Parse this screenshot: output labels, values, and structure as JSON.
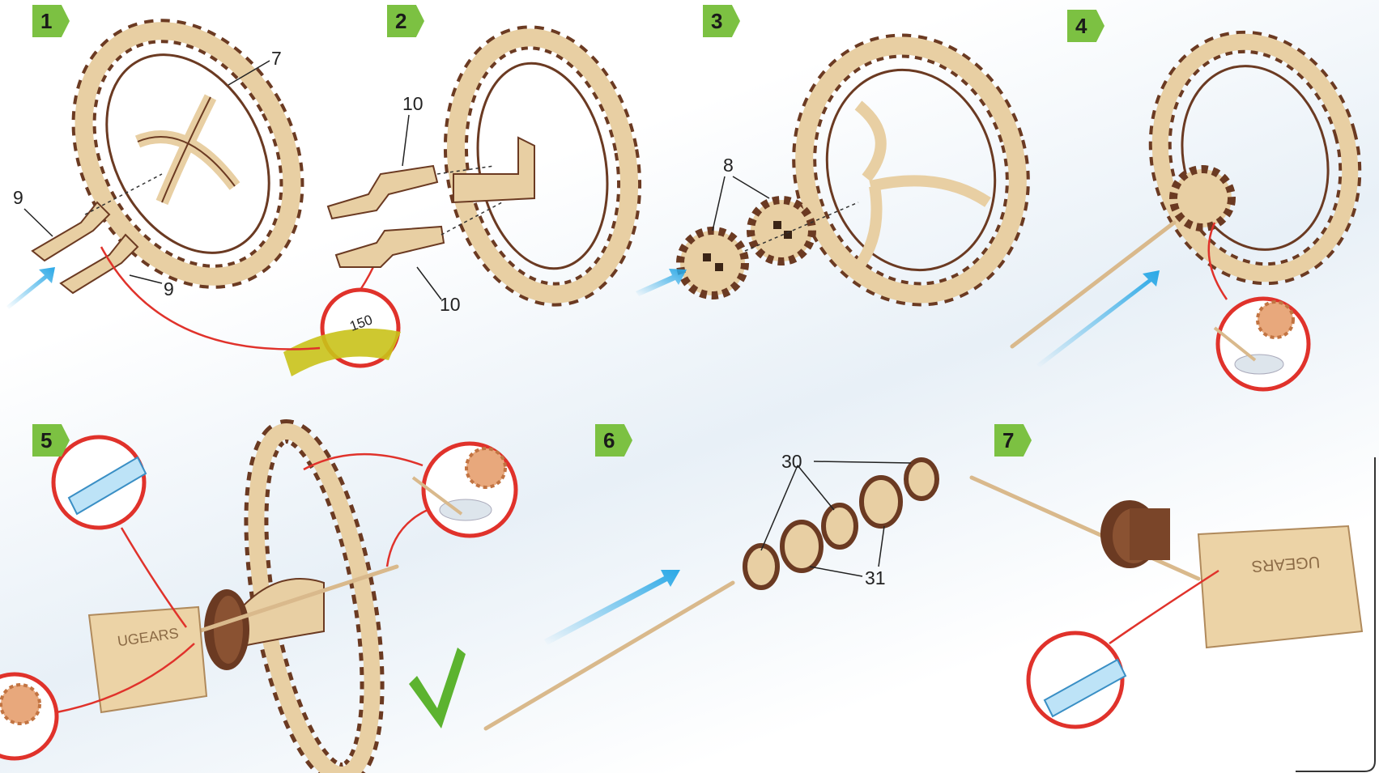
{
  "steps": [
    "1",
    "2",
    "3",
    "4",
    "5",
    "6",
    "7"
  ],
  "part_labels": {
    "p7": "7",
    "p9a": "9",
    "p9b": "9",
    "p10a": "10",
    "p10b": "10",
    "p8": "8",
    "p30": "30",
    "p31": "31"
  },
  "inset_texts": {
    "sandpaper_grit": "150"
  },
  "logo_text": "UGEARS",
  "colors": {
    "badge": "#7cc142",
    "wood_light": "#e8cfa3",
    "wood_dark": "#6b3a22",
    "callout_red": "#e0322b",
    "arrow_blue": "#2aa8e6",
    "check_green": "#5cb32f"
  }
}
